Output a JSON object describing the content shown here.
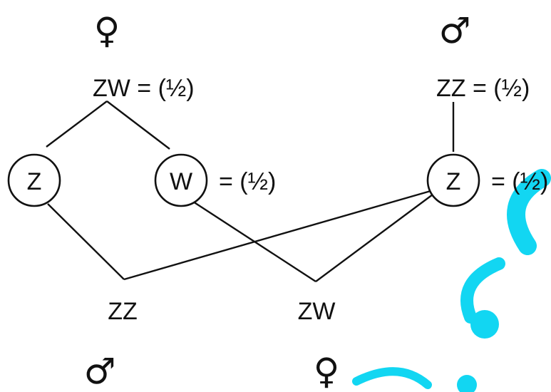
{
  "parents": {
    "female": {
      "symbol": "♀",
      "genotype": "ZW = (½)"
    },
    "male": {
      "symbol": "♂",
      "genotype": "ZZ  = (½)"
    }
  },
  "gametes": {
    "z_female": {
      "label": "Z"
    },
    "w_female": {
      "label": "W",
      "prob": "= (½)"
    },
    "z_male": {
      "label": "Z",
      "prob": "= (½)"
    }
  },
  "offspring": {
    "male": {
      "genotype": "ZZ",
      "symbol": "♂"
    },
    "female": {
      "genotype": "ZW",
      "symbol": "♀"
    }
  },
  "colors": {
    "ink": "#111111",
    "watermark": "#12d6f2"
  }
}
